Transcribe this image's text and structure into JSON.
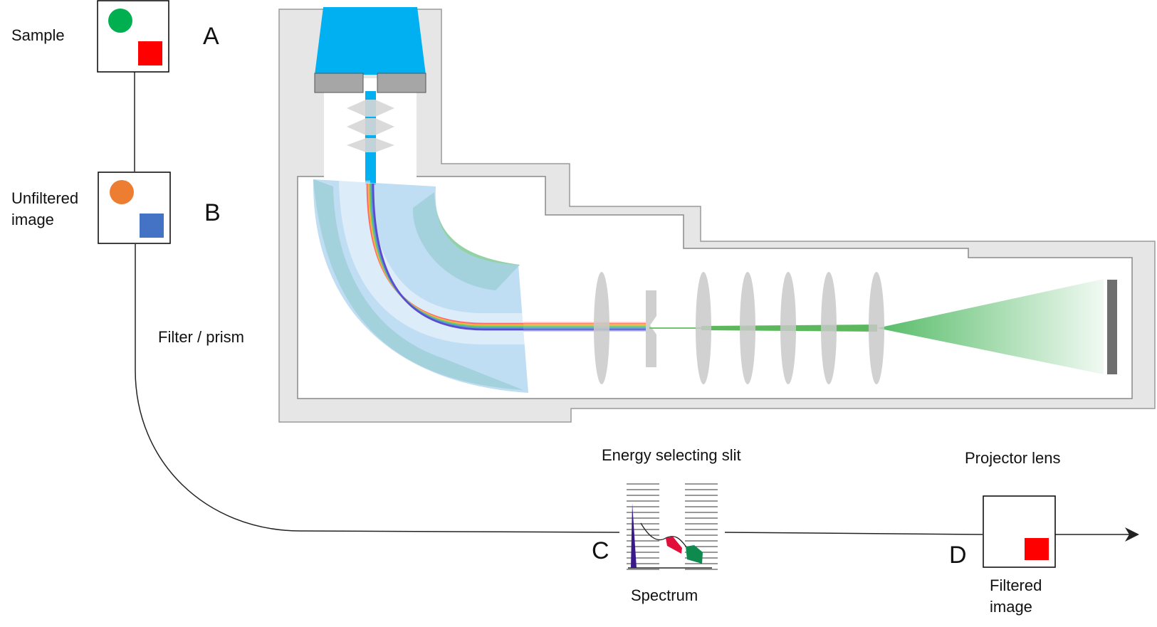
{
  "labels": {
    "sample": "Sample",
    "unfiltered_line1": "Unfiltered",
    "unfiltered_line2": "image",
    "filter_prism": "Filter / prism",
    "energy_slit": "Energy selecting slit",
    "spectrum": "Spectrum",
    "projector_lens": "Projector lens",
    "filtered_line1": "Filtered",
    "filtered_line2": "image"
  },
  "letters": {
    "a": "A",
    "b": "B",
    "c": "C",
    "d": "D"
  },
  "colors": {
    "sample_circle": "#00b050",
    "sample_square": "#ff0000",
    "unfiltered_circle": "#ed7d31",
    "unfiltered_square": "#4472c4",
    "filtered_square": "#ff0000",
    "electron_source": "#00b0f0",
    "beam_green": "#5cb85c",
    "prism_green": "#93d2a5",
    "prism_blue": "#b6d8f0",
    "housing": "#e6e6e6"
  }
}
